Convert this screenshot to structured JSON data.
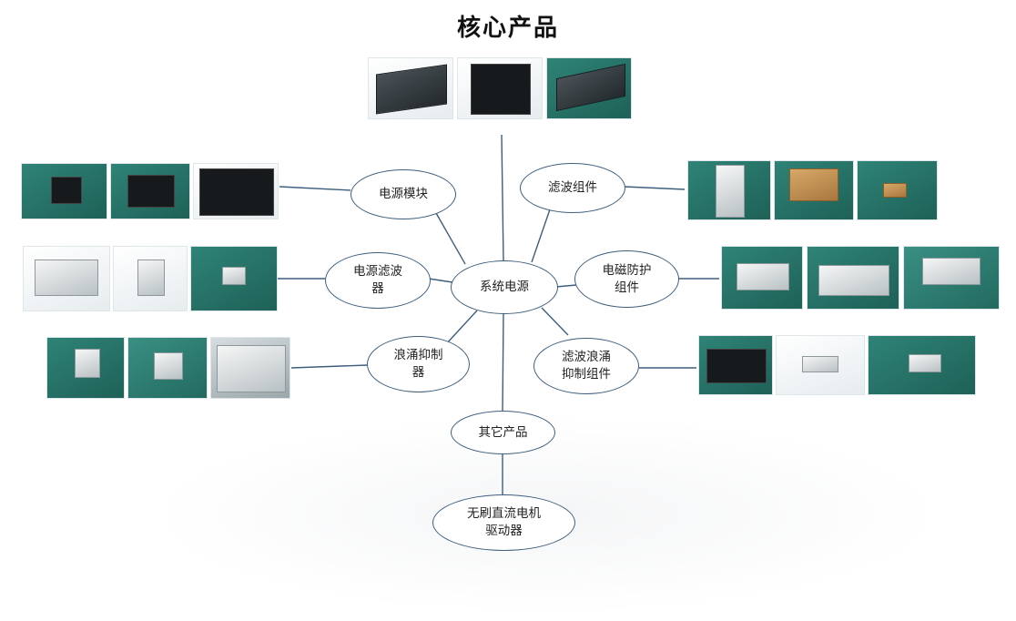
{
  "page": {
    "title": "核心产品"
  },
  "diagram": {
    "center": {
      "label": "系统电源"
    },
    "branches": {
      "power_module": "电源模块",
      "power_filter": "电源滤波器",
      "surge_suppressor": "浪涌抑制器",
      "filter_assembly": "滤波组件",
      "emp_assembly": "电磁防护组件",
      "surge_filter_assembly": "滤波浪涌抑制组件",
      "other_products": "其它产品",
      "bldc_driver": "无刷直流电机驱动器"
    }
  },
  "colors": {
    "line": "#3e5e7e",
    "node_border": "#3e5e7e",
    "photo_backdrop": "#2a7a6e"
  }
}
